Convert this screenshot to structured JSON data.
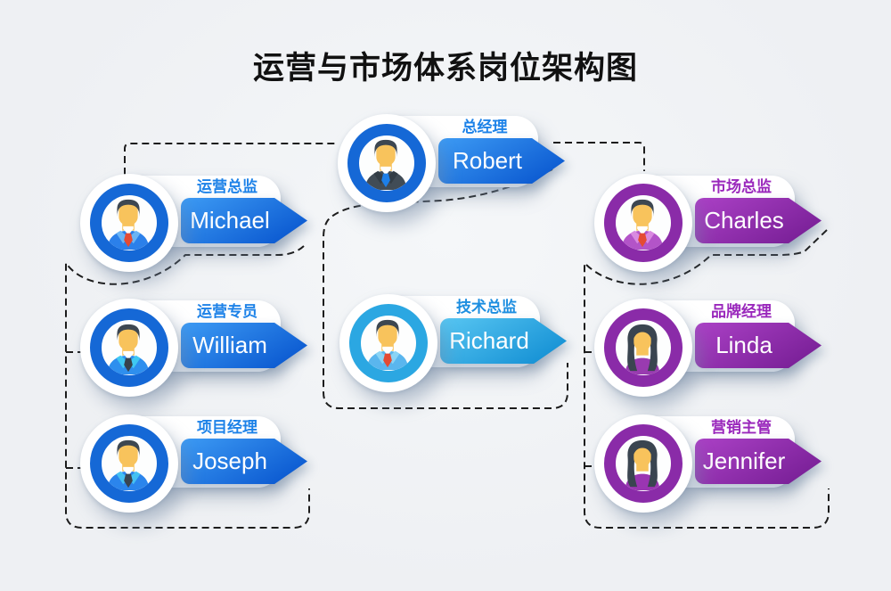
{
  "title": "运营与市场体系岗位架构图",
  "colors": {
    "background": "#eef0f3",
    "title_text": "#111111",
    "connector_dash": "#1c1c1c",
    "blue_ring": "#1568d6",
    "blue_arrow_start": "#3d9bf4",
    "blue_arrow_end": "#0a58d0",
    "blue_label": "#1d82e8",
    "lightblue_ring": "#2ba7e2",
    "lightblue_arrow_start": "#58c6f2",
    "lightblue_arrow_end": "#1490d4",
    "lightblue_label": "#1d8ee0",
    "purple_ring": "#8a2ba8",
    "purple_arrow_start": "#ab41c6",
    "purple_arrow_end": "#781f96",
    "purple_label": "#9a28bc"
  },
  "nodes": [
    {
      "role_title": "总经理",
      "name": "Robert",
      "theme": "blue",
      "avatar": {
        "gender": "male",
        "hair": "#3d4751",
        "skin": "#f8c35c",
        "suit": "#414c56",
        "suit2": "#333d46",
        "tie": "#1d7fe8"
      }
    },
    {
      "role_title": "运营总监",
      "name": "Michael",
      "theme": "blue",
      "avatar": {
        "gender": "male",
        "hair": "#3d4751",
        "skin": "#f8c35c",
        "suit": "#2b80ea",
        "suit2": "#6ab4f5",
        "tie": "#e44b33"
      }
    },
    {
      "role_title": "运营专员",
      "name": "William",
      "theme": "blue",
      "avatar": {
        "gender": "male",
        "hair": "#3d4751",
        "skin": "#f8c35c",
        "suit": "#2e8fee",
        "suit2": "#3fc8f2",
        "tie": "#37424c"
      }
    },
    {
      "role_title": "项目经理",
      "name": "Joseph",
      "theme": "blue",
      "avatar": {
        "gender": "male",
        "hair": "#3d4751",
        "skin": "#f8c35c",
        "suit": "#2b85ec",
        "suit2": "#45c1f2",
        "tie": "#3a4550"
      }
    },
    {
      "role_title": "技术总监",
      "name": "Richard",
      "theme": "lightblue",
      "avatar": {
        "gender": "male",
        "hair": "#3d4751",
        "skin": "#f8c35c",
        "suit": "#5ab6ee",
        "suit2": "#8ad4f5",
        "tie": "#e44b33"
      }
    },
    {
      "role_title": "市场总监",
      "name": "Charles",
      "theme": "purple",
      "avatar": {
        "gender": "male",
        "hair": "#3d4751",
        "skin": "#f8c35c",
        "suit": "#b354c8",
        "suit2": "#d98ae0",
        "tie": "#e44b33"
      }
    },
    {
      "role_title": "品牌经理",
      "name": "Linda",
      "theme": "purple",
      "avatar": {
        "gender": "female",
        "hair": "#3a4550",
        "skin": "#f8c35c",
        "top": "#993bb0"
      }
    },
    {
      "role_title": "营销主管",
      "name": "Jennifer",
      "theme": "purple",
      "avatar": {
        "gender": "female",
        "hair": "#3a4550",
        "skin": "#f8c35c",
        "top": "#9a35b2"
      }
    }
  ]
}
